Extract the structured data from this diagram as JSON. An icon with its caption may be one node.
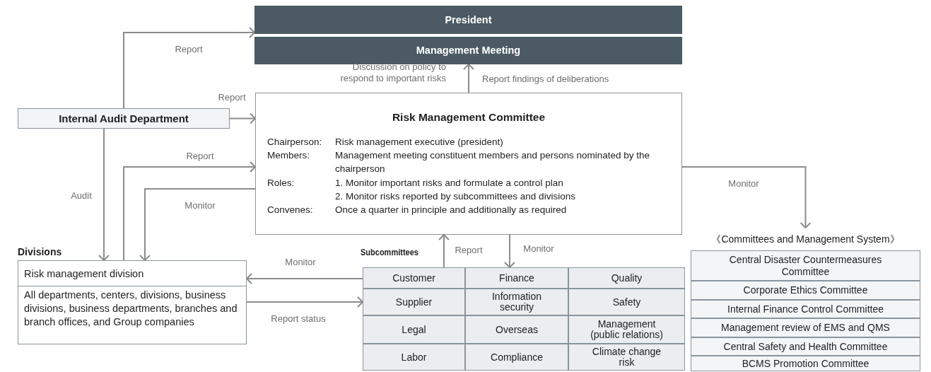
{
  "diagram": {
    "nodes": [
      {
        "text": [
          "President"
        ]
      },
      {
        "text": [
          "Management Meeting"
        ]
      },
      {
        "text": [
          "Risk Management Committee",
          "Chairperson:",
          "Risk management executive (president)",
          "Members:",
          "Management meeting constituent members and persons nominated by the chairperson",
          "Roles:",
          "1. Monitor important risks and formulate a control plan",
          "2. Monitor risks reported by subcommittees and divisions",
          "Convenes:",
          "Once a quarter in principle and additionally as required"
        ]
      },
      {
        "text": [
          "Internal Audit Department"
        ]
      },
      {
        "text": [
          "Divisions"
        ]
      },
      {
        "text": [
          "Risk management division"
        ],
        "in": 4
      },
      {
        "text": [
          "All departments, centers, divisions, business divisions, business departments, branches and branch offices, and Group companies"
        ],
        "in": 4
      },
      {
        "text": [
          "Subcommittees"
        ]
      },
      {
        "text": [
          "Customer"
        ],
        "in": 7
      },
      {
        "text": [
          "Finance"
        ],
        "in": 7
      },
      {
        "text": [
          "Quality"
        ],
        "in": 7
      },
      {
        "text": [
          "Supplier"
        ],
        "in": 7
      },
      {
        "text": [
          "Information security"
        ],
        "in": 7
      },
      {
        "text": [
          "Safety"
        ],
        "in": 7
      },
      {
        "text": [
          "Legal"
        ],
        "in": 7
      },
      {
        "text": [
          "Overseas"
        ],
        "in": 7
      },
      {
        "text": [
          "Management (public relations)"
        ],
        "in": 7
      },
      {
        "text": [
          "Labor"
        ],
        "in": 7
      },
      {
        "text": [
          "Compliance"
        ],
        "in": 7
      },
      {
        "text": [
          "Climate change risk"
        ],
        "in": 7
      },
      {
        "text": [
          "《Committees and Management System》"
        ]
      },
      {
        "text": [
          "Central Disaster Countermeasures Committee"
        ],
        "in": 20
      },
      {
        "text": [
          "Corporate Ethics Committee"
        ],
        "in": 20
      },
      {
        "text": [
          "Internal Finance Control Committee"
        ],
        "in": 20
      },
      {
        "text": [
          "Management review of EMS and QMS"
        ],
        "in": 20
      },
      {
        "text": [
          "Central Safety and Health Committee"
        ],
        "in": 20
      },
      {
        "text": [
          "BCMS Promotion Committee"
        ],
        "in": 20
      }
    ],
    "edges": [
      {
        "from": 3,
        "to": 0,
        "arrow": "to",
        "label": "Report"
      },
      {
        "from": 3,
        "to": 2,
        "arrow": "to",
        "label": "Report"
      },
      {
        "from": 2,
        "to": 1,
        "arrow": "to",
        "label": "Report findings of deliberations"
      },
      {
        "from": 3,
        "to": 5,
        "arrow": "to",
        "label": "Audit"
      },
      {
        "from": 5,
        "to": 2,
        "arrow": "to",
        "label": "Report"
      },
      {
        "from": 2,
        "to": 5,
        "arrow": "to",
        "label": "Monitor"
      },
      {
        "from": 7,
        "to": 5,
        "arrow": "to",
        "label": "Monitor"
      },
      {
        "from": 6,
        "to": 7,
        "arrow": "to",
        "label": "Report status"
      },
      {
        "from": 7,
        "to": 2,
        "arrow": "to",
        "label": "Report"
      },
      {
        "from": 2,
        "to": 7,
        "arrow": "to",
        "label": "Monitor"
      },
      {
        "from": 2,
        "to": 20,
        "arrow": "to",
        "label": "Monitor"
      }
    ],
    "labels": [
      "Discussion on policy to respond to important risks"
    ]
  }
}
